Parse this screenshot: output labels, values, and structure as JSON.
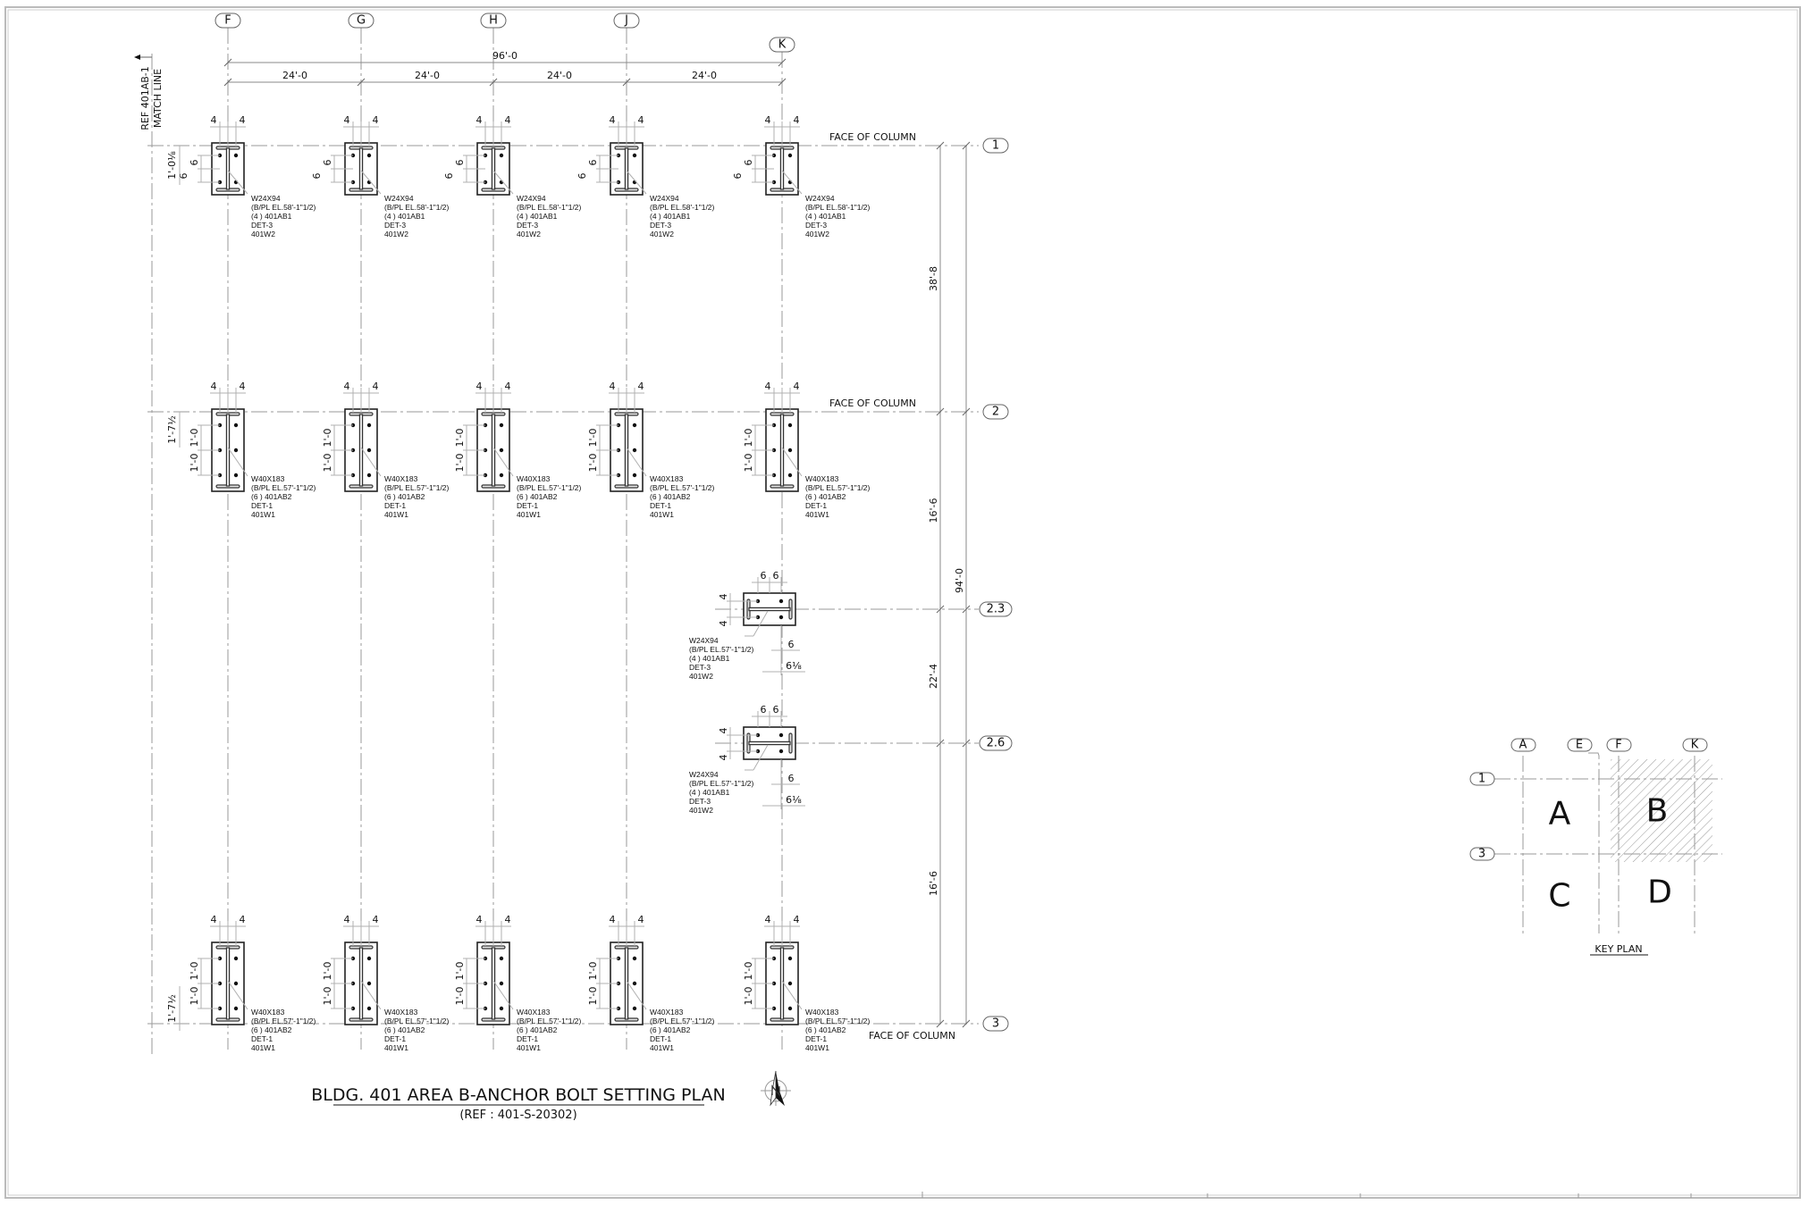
{
  "drawing": {
    "title": "BLDG. 401 AREA B-ANCHOR BOLT SETTING PLAN",
    "reference": "(REF : 401-S-20302)",
    "match_line": {
      "line1": "REF 401AB-1",
      "line2": "MATCH LINE"
    },
    "face_of_column": "FACE OF COLUMN",
    "north_arrow": "north-arrow-icon"
  },
  "grid": {
    "columns": [
      "F",
      "G",
      "H",
      "J",
      "K"
    ],
    "rows": [
      "1",
      "2",
      "2.3",
      "2.6",
      "3"
    ]
  },
  "dimensions": {
    "overall_width": "96'-0",
    "bays": [
      "24'-0",
      "24'-0",
      "24'-0",
      "24'-0"
    ],
    "overall_height": "94'-0",
    "row_spacings": [
      "38'-8",
      "16'-6",
      "22'-4",
      "16'-6"
    ],
    "row1_offset": "1'-0⅛",
    "row2_offset": "1'-7½",
    "row3_offset": "1'-7½",
    "bolt_4": "4",
    "bolt_6": "6",
    "bolt_1_0": "1'-0",
    "mid_offset": "6⅛"
  },
  "callouts": {
    "row1": [
      "W24X94",
      "(B/PL EL.58'-1\"1/2)",
      "(4 ) 401AB1",
      "DET-3",
      "401W2"
    ],
    "row2": [
      "W40X183",
      "(B/PL EL.57'-1\"1/2)",
      "(6 ) 401AB2",
      "DET-1",
      "401W1"
    ],
    "mid": [
      "W24X94",
      "(B/PL EL.57'-1\"1/2)",
      "(4 ) 401AB1",
      "DET-3",
      "401W2"
    ],
    "row3": [
      "W40X183",
      "(B/PL EL.57'-1\"1/2)",
      "(6 ) 401AB2",
      "DET-1",
      "401W1"
    ]
  },
  "key_plan": {
    "title": "KEY PLAN",
    "columns": [
      "A",
      "E",
      "F",
      "K"
    ],
    "rows": [
      "1",
      "3"
    ],
    "areas": [
      "A",
      "B",
      "C",
      "D"
    ],
    "highlighted_area": "B"
  }
}
